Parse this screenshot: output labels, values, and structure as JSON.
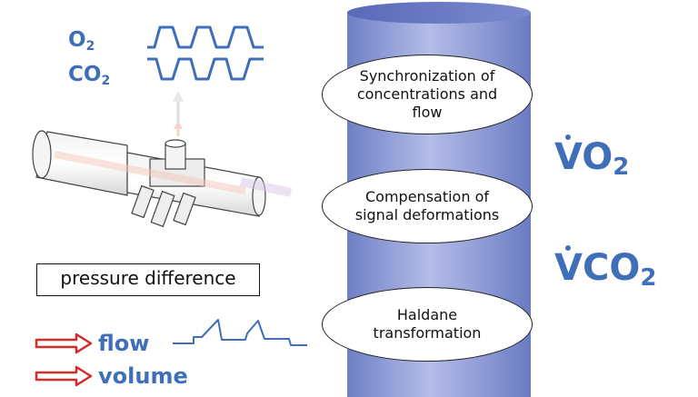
{
  "gases": {
    "o2": "O",
    "o2_sub": "2",
    "co2": "CO",
    "co2_sub": "2"
  },
  "box_label": "pressure difference",
  "legend": {
    "flow": "flow",
    "volume": "volume"
  },
  "steps": [
    {
      "line1": "Synchronization of",
      "line2": "concentrations and",
      "line3": "flow"
    },
    {
      "line1": "Compensation of",
      "line2": "signal deformations"
    },
    {
      "line1": "Haldane",
      "line2": "transformation"
    }
  ],
  "outputs": {
    "vo2": "VO",
    "vo2_sub": "2",
    "vco2": "VCO",
    "vco2_sub": "2"
  },
  "colors": {
    "blue_text": "#3f6fb8",
    "cylinder": "#7f8fd0",
    "arrow_red": "#d42a2a"
  },
  "icons": [
    "flow-arrow-icon",
    "volume-arrow-icon",
    "sensor-tube-icon"
  ]
}
